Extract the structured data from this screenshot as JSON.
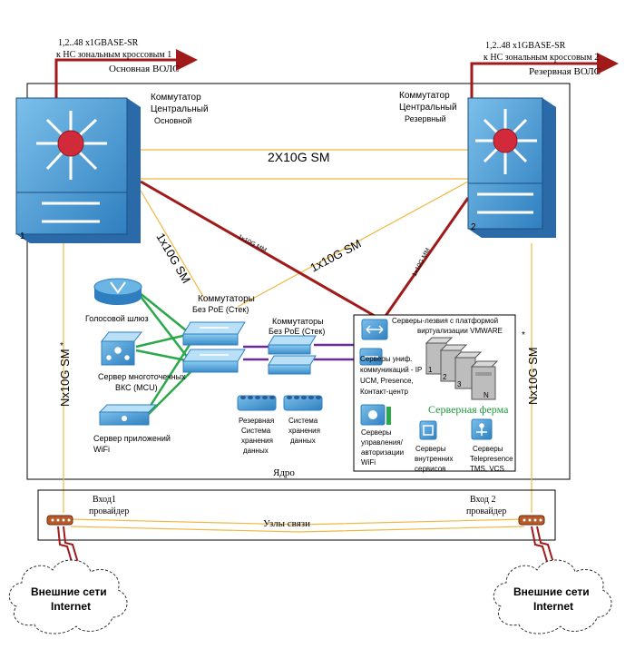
{
  "uplink_main": {
    "line1": "1,2..48 x1GBASE-SR",
    "line2": "к НС зональным кроссовым  1",
    "label": "Основная ВОЛС"
  },
  "uplink_reserve": {
    "line1": "1,2..48 x1GBASE-SR",
    "line2": "к НС зональным кроссовым 2",
    "label": "Резервная ВОЛС"
  },
  "switch_main": {
    "line1": "Коммутатор",
    "line2": "Центральный",
    "line3": "Основной",
    "number": "1"
  },
  "switch_reserve": {
    "line1": "Коммутатор",
    "line2": "Центральный",
    "line3": "Резервный",
    "number": "2"
  },
  "links": {
    "core_trunk": "2X10G SM",
    "left_diag": "1x10G SM",
    "mm_left": "1x10G MM",
    "mid_diag": "1x10G SM",
    "mm_right": "1x10G MM",
    "left_vertical": "Nx10G SM",
    "right_vertical": "Nx10G SM",
    "star": "*"
  },
  "stack_left": {
    "line1": "Коммутаторы",
    "line2": "Без PoE (Стек)"
  },
  "stack_right": {
    "line1": "Коммутаторы",
    "line2": "Без PoE (Стек)"
  },
  "voice_gw": "Голосовой шлюз",
  "mcu": {
    "line1": "Сервер многоточечных",
    "line2": "ВКС (MCU)"
  },
  "wifi_server": {
    "line1": "Сервер приложений",
    "line2": "WiFi"
  },
  "storage_reserve": {
    "line1": "Резервная",
    "line2": "Система",
    "line3": "хранения",
    "line4": "данных"
  },
  "storage_main": {
    "line1": "Система",
    "line2": "хранения",
    "line3": "данных"
  },
  "blade": {
    "line1": "Серверы-лезвия с платформой",
    "line2": "виртуализации VMWARE"
  },
  "uc_servers": {
    "line1": "Серверы униф.",
    "line2": "коммуникаций - IP",
    "line3": "UCM, Presence,",
    "line4": "Контакт-центр"
  },
  "farm_title": "Серверная ферма",
  "vm_labels": [
    "1",
    "2",
    "3",
    "N"
  ],
  "auth_servers": {
    "line1": "Серверы",
    "line2": "управления/",
    "line3": "авторизации",
    "line4": "WiFi"
  },
  "internal_servers": {
    "line1": "Серверы",
    "line2": "внутренних",
    "line3": "сервисов"
  },
  "telepresence": {
    "line1": "Серверы",
    "line2": "Telepresence",
    "line3": "TMS, VCS"
  },
  "core_label": "Ядро",
  "input1": {
    "line1": "Вход1",
    "line2": "провайдер"
  },
  "input2": {
    "line1": "Вход 2",
    "line2": "провайдер"
  },
  "nodes_label": "Узлы связи",
  "cloud_left": {
    "line1": "Внешние сети",
    "line2": "Internet"
  },
  "cloud_right": {
    "line1": "Внешние сети",
    "line2": "Internet"
  },
  "colors": {
    "red_link": "#a01a1a",
    "yellow_link": "#f0b840",
    "green_link": "#2aa84a",
    "purple_link": "#6a2a9a",
    "device_blue": "#4d9fd8",
    "farm_green": "#1a9a3a"
  }
}
